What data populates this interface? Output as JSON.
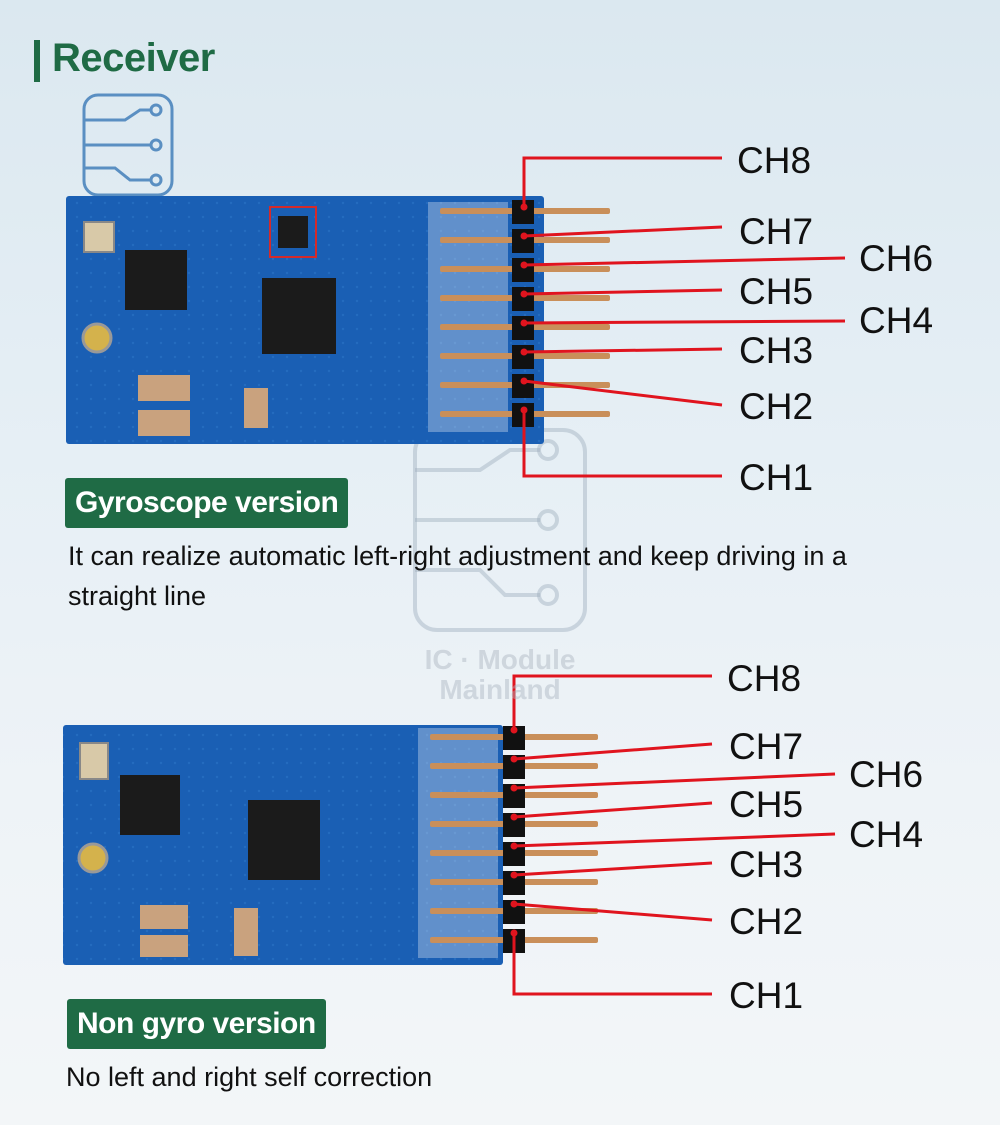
{
  "header": {
    "title": "Receiver"
  },
  "top_board": {
    "channels": [
      "CH8",
      "CH7",
      "CH6",
      "CH5",
      "CH4",
      "CH3",
      "CH2",
      "CH1"
    ],
    "badge": "Gyroscope version",
    "description": "It can realize automatic left-right adjustment and keep driving in a straight line"
  },
  "bottom_board": {
    "channels": [
      "CH8",
      "CH7",
      "CH6",
      "CH5",
      "CH4",
      "CH3",
      "CH2",
      "CH1"
    ],
    "badge": "Non gyro version",
    "description": "No left and right self correction"
  },
  "watermark": {
    "line1": "IC · Module",
    "line2": "Mainland"
  },
  "colors": {
    "accent": "#1f6b45",
    "pointer": "#e0141e",
    "pcb": "#1a5fb4"
  }
}
